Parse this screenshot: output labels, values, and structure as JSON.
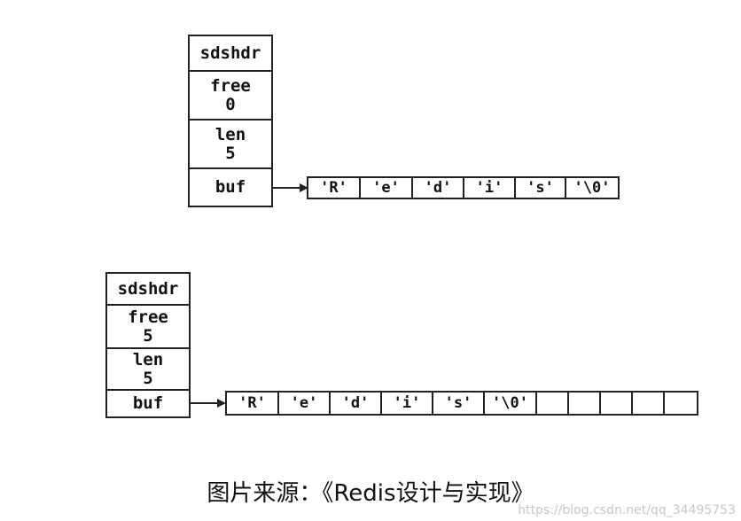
{
  "diagrams": [
    {
      "header": "sdshdr",
      "fields": [
        {
          "name": "free",
          "value": "0"
        },
        {
          "name": "len",
          "value": "5"
        },
        {
          "name": "buf",
          "value": ""
        }
      ],
      "buffer": [
        "'R'",
        "'e'",
        "'d'",
        "'i'",
        "'s'",
        "'\\0'"
      ]
    },
    {
      "header": "sdshdr",
      "fields": [
        {
          "name": "free",
          "value": "5"
        },
        {
          "name": "len",
          "value": "5"
        },
        {
          "name": "buf",
          "value": ""
        }
      ],
      "buffer": [
        "'R'",
        "'e'",
        "'d'",
        "'i'",
        "'s'",
        "'\\0'",
        "",
        "",
        "",
        "",
        ""
      ]
    }
  ],
  "caption": "图片来源：《Redis设计与实现》",
  "watermark": "https://blog.csdn.net/qq_34495753"
}
